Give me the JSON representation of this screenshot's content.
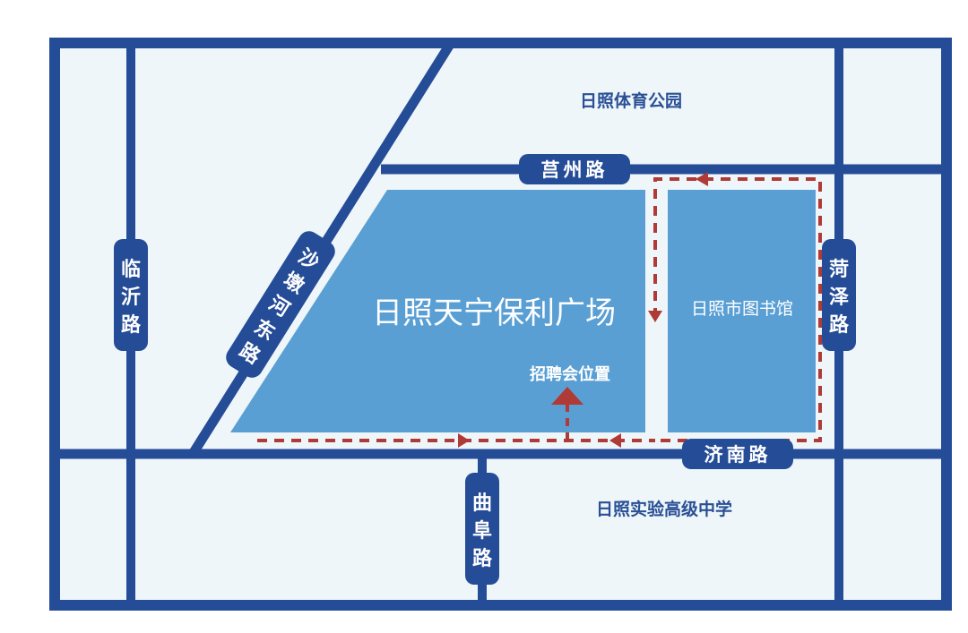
{
  "colors": {
    "background": "#ffffff",
    "land": "#eef6f9",
    "road": "#254c97",
    "block": "#5a9fd4",
    "route": "#b03a36",
    "road_label_text": "#ffffff",
    "landmark_text": "#2a4f95"
  },
  "roads": {
    "juzhou": "莒州路",
    "linyi": "临沂路",
    "shadunhe_east": "沙墩河东路",
    "heze": "菏泽路",
    "jinan": "济南路",
    "qufu": "曲阜路"
  },
  "landmarks": {
    "sports_park": "日照体育公园",
    "plaza": "日照天宁保利广场",
    "library": "日照市图书馆",
    "school": "日照实验高级中学",
    "job_fair": "招聘会位置"
  },
  "icons": {
    "route_arrow": "arrow-icon",
    "venue_marker": "up-arrow-icon"
  }
}
